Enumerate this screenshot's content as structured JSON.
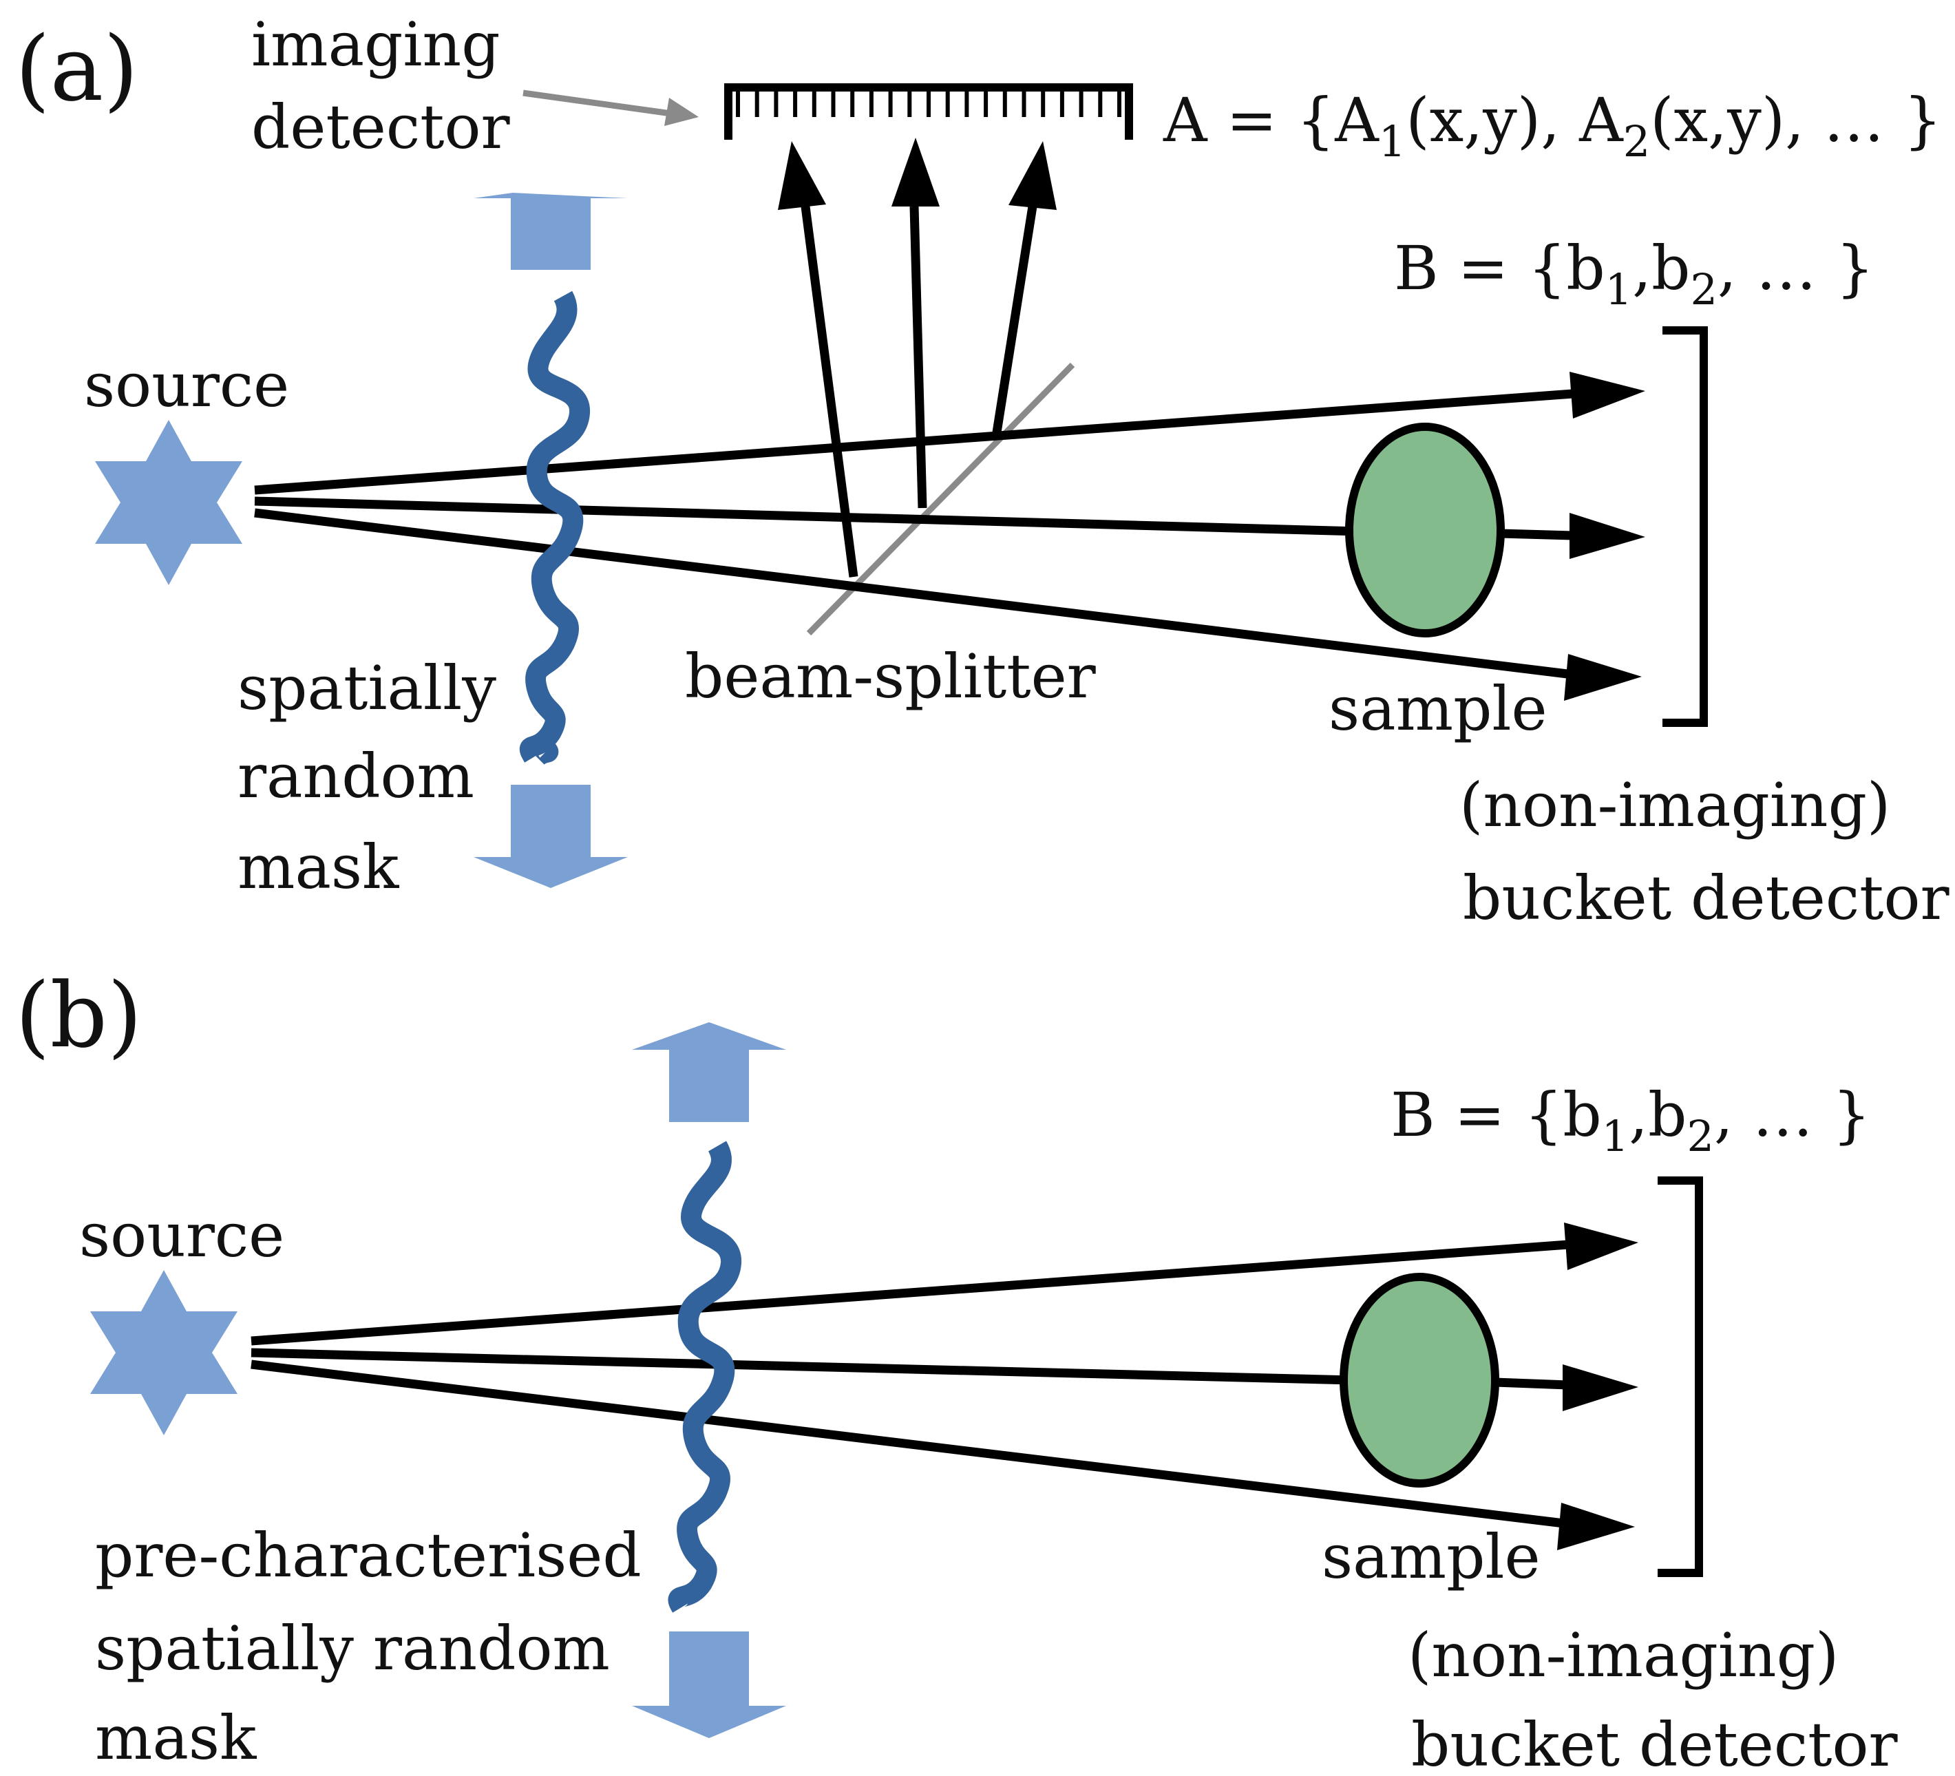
{
  "colors": {
    "source": "#7aa0d4",
    "mask": "#33639c",
    "motion_arrow": "#7aa0d4",
    "sample": "#84bb8c",
    "beam": "#000000",
    "splitter": "#8a8a8a"
  },
  "panel_a": {
    "label": "(a)",
    "imaging_detector_line1": "imaging",
    "imaging_detector_line2": "detector",
    "source_label": "source",
    "mask_line1": "spatially",
    "mask_line2": "random",
    "mask_line3": "mask",
    "beam_splitter_label": "beam-splitter",
    "sample_label": "sample",
    "bucket_line1": "(non-imaging)",
    "bucket_line2": "bucket detector",
    "set_a": {
      "lead": "A = {A",
      "s1": "1",
      "mid": "(x,y), A",
      "s2": "2",
      "tail": "(x,y), … }"
    },
    "set_b": {
      "lead": "B = {b",
      "s1": "1",
      "mid": ",b",
      "s2": "2",
      "tail": ", … }"
    }
  },
  "panel_b": {
    "label": "(b)",
    "source_label": "source",
    "mask_line1": "pre-characterised",
    "mask_line2": "spatially random",
    "mask_line3": "mask",
    "sample_label": "sample",
    "bucket_line1": "(non-imaging)",
    "bucket_line2": "bucket detector",
    "set_b": {
      "lead": "B = {b",
      "s1": "1",
      "mid": ",b",
      "s2": "2",
      "tail": ", … }"
    }
  }
}
